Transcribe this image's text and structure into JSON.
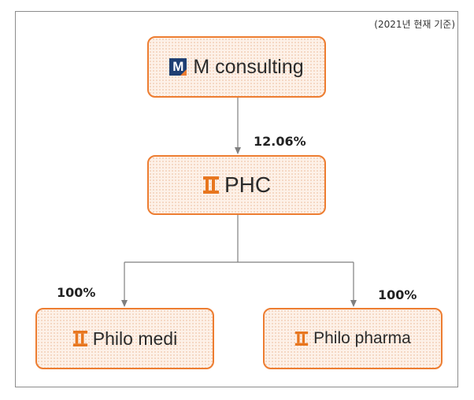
{
  "note": "(2021년 현재 기준)",
  "nodes": {
    "m_consulting": {
      "label": "M consulting",
      "logo_letter": "M"
    },
    "phc": {
      "label": "PHC"
    },
    "philo_medi": {
      "label": "Philo medi"
    },
    "philo_pharma": {
      "label": "Philo pharma"
    }
  },
  "edges": {
    "m_to_phc": "12.06%",
    "phc_to_medi": "100%",
    "phc_to_pharma": "100%"
  },
  "colors": {
    "border": "#ed7d31",
    "fill": "#fdf1e8",
    "logo_orange": "#e8761e",
    "logo_navy": "#1e3f73",
    "connector": "#7f7f7f"
  }
}
